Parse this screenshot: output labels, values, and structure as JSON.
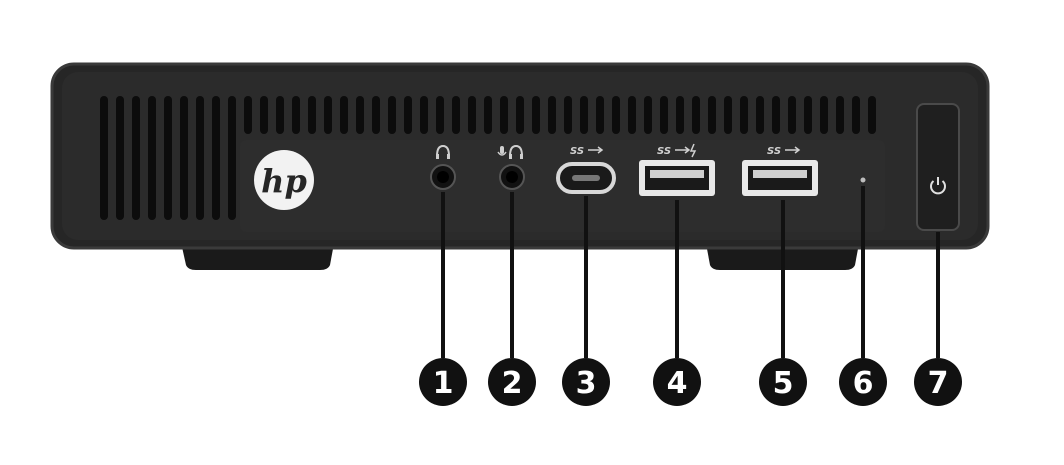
{
  "brand": {
    "logo_text": "hp"
  },
  "ports": [
    {
      "id": "headphone-jack",
      "symbol": "headphone-icon",
      "label": "",
      "callout": "1"
    },
    {
      "id": "mic-headset-jack",
      "symbol": "mic-headset-icon",
      "label": "",
      "callout": "2"
    },
    {
      "id": "usb-c-port",
      "symbol": "usb-ss-icon",
      "label": "SS",
      "callout": "3"
    },
    {
      "id": "usb-a-charging-port",
      "symbol": "usb-ss-charge-icon",
      "label": "SS",
      "callout": "4"
    },
    {
      "id": "usb-a-port",
      "symbol": "usb-ss-icon",
      "label": "SS",
      "callout": "5"
    },
    {
      "id": "activity-light",
      "symbol": "led-icon",
      "label": "",
      "callout": "6"
    },
    {
      "id": "power-button",
      "symbol": "power-icon",
      "label": "",
      "callout": "7"
    }
  ],
  "colors": {
    "chassis": "#262626",
    "chassis_edge": "#3a3a3a",
    "vent": "#0c0c0c",
    "callout_bg": "#111111",
    "callout_fg": "#ffffff"
  }
}
